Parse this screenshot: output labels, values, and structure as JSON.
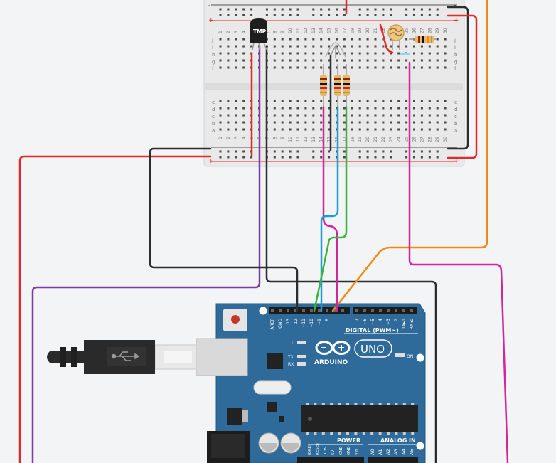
{
  "breadboard": {
    "row_letters_top": [
      "j",
      "i",
      "h",
      "g",
      "f"
    ],
    "row_letters_bottom": [
      "e",
      "d",
      "c",
      "b",
      "a"
    ],
    "column_numbers": [
      "1",
      "2",
      "3",
      "4",
      "5",
      "6",
      "7",
      "8",
      "9",
      "10",
      "11",
      "12",
      "13",
      "14",
      "15",
      "16",
      "17",
      "18",
      "19",
      "20",
      "21",
      "22",
      "23",
      "24",
      "25",
      "26",
      "27",
      "28",
      "29",
      "30"
    ],
    "plus_label": "+",
    "minus_label": "-"
  },
  "components": {
    "temp_sensor_label": "TMP"
  },
  "arduino": {
    "brand": "ARDUINO",
    "model": "UNO",
    "digital_label": "DIGITAL (PWM~)",
    "power_label": "POWER",
    "analog_label": "ANALOG IN",
    "on_label": "ON",
    "l_label": "L",
    "tx_label": "TX",
    "rx_label": "RX",
    "digital_pins": [
      "AREF",
      "GND",
      "13",
      "12",
      "~11",
      "~10",
      "~9",
      "8",
      "7",
      "~6",
      "~5",
      "4",
      "~3",
      "2",
      "TX▸1",
      "RX◂0"
    ],
    "power_pins": [
      "IOREF",
      "RESET",
      "3.3V",
      "5V",
      "GND",
      "GND",
      "Vin"
    ],
    "analog_pins": [
      "A0",
      "A1",
      "A2",
      "A3",
      "A4",
      "A5"
    ]
  },
  "wire_colors": {
    "red": "#e02a2a",
    "black": "#2d2d2d",
    "purple": "#7b3fa0",
    "magenta": "#d0269a",
    "blue": "#1e9bd7",
    "green": "#3db23d",
    "orange": "#f08a14",
    "board_blue": "#2f6b9a"
  }
}
